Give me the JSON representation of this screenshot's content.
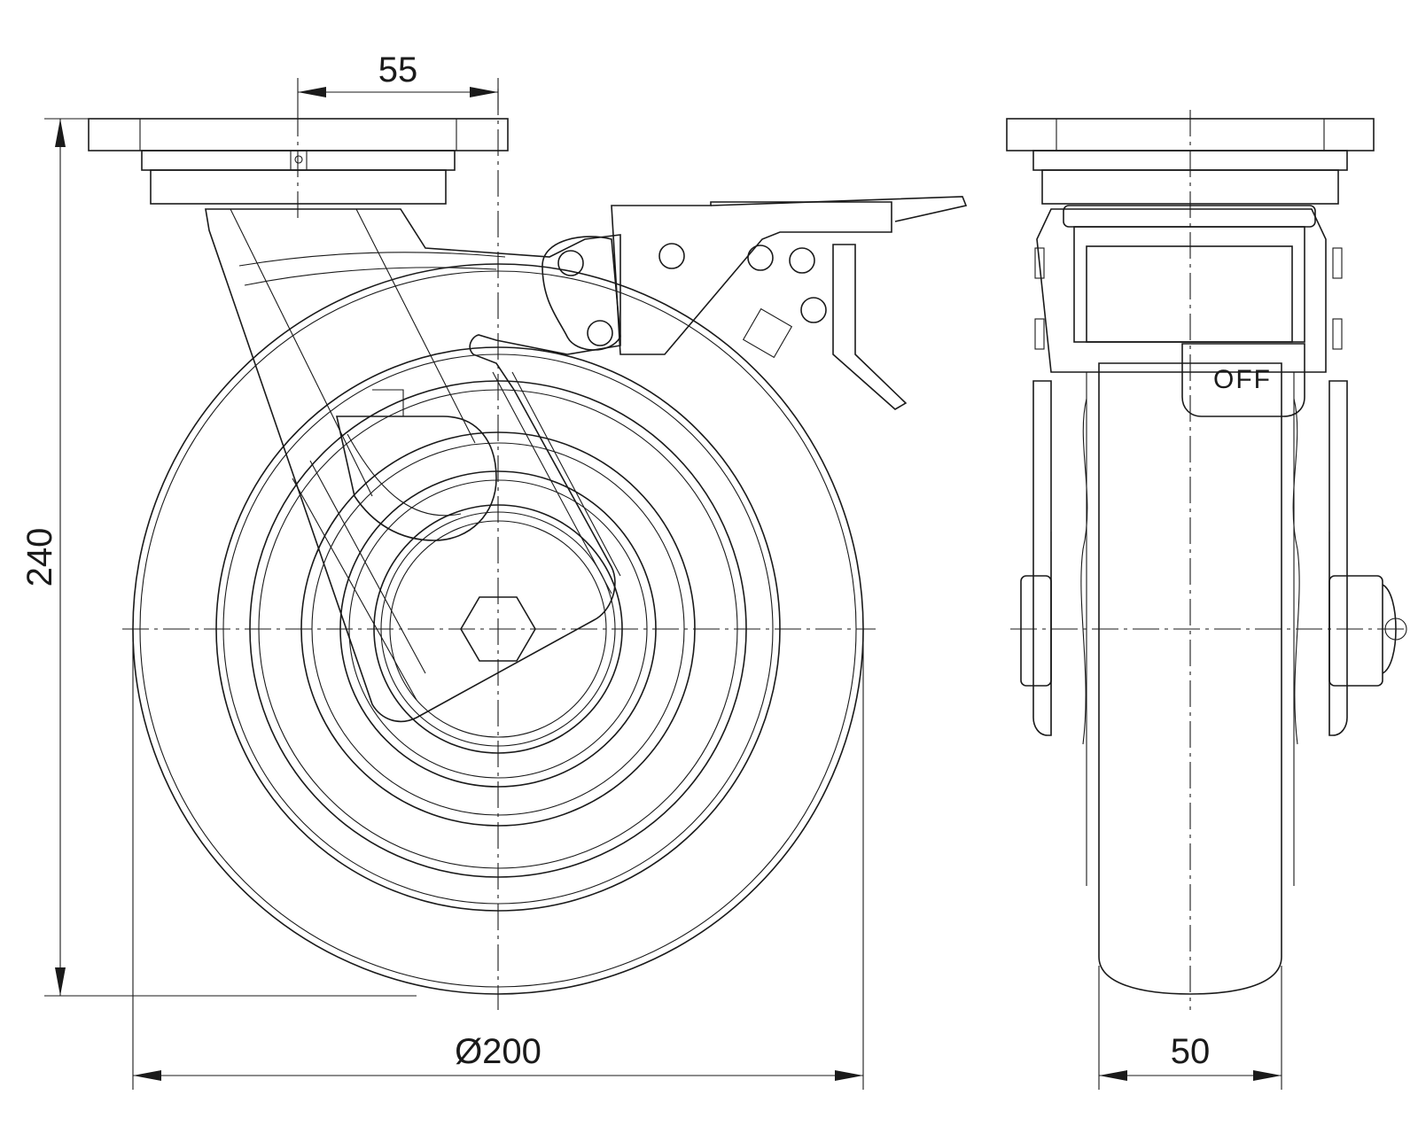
{
  "dimensions": {
    "offset": "55",
    "height": "240",
    "wheel_diameter": "Ø200",
    "width": "50"
  },
  "labels": {
    "brake_state": "OFF"
  }
}
